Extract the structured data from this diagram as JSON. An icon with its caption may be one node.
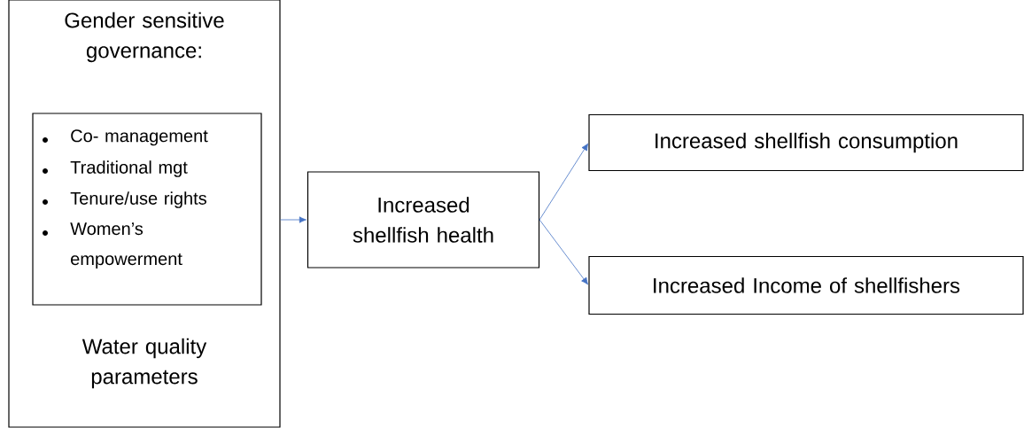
{
  "diagram": {
    "nodes": [
      {
        "text": [
          "Gender sensitive governance:",
          "Water quality parameters"
        ]
      },
      {
        "text": [
          "Co- management",
          "Traditional mgt",
          "Tenure/use rights",
          "Women’s empowerment"
        ],
        "in": 0
      },
      {
        "text": [
          "Increased shellfish health"
        ]
      },
      {
        "text": [
          "Increased shellfish consumption"
        ]
      },
      {
        "text": [
          "Increased Income of shellfishers"
        ]
      }
    ],
    "edges": [
      {
        "from": 0,
        "to": 2,
        "arrow": "to"
      },
      {
        "from": 2,
        "to": 3,
        "arrow": "to"
      },
      {
        "from": 2,
        "to": 4,
        "arrow": "to"
      }
    ]
  }
}
